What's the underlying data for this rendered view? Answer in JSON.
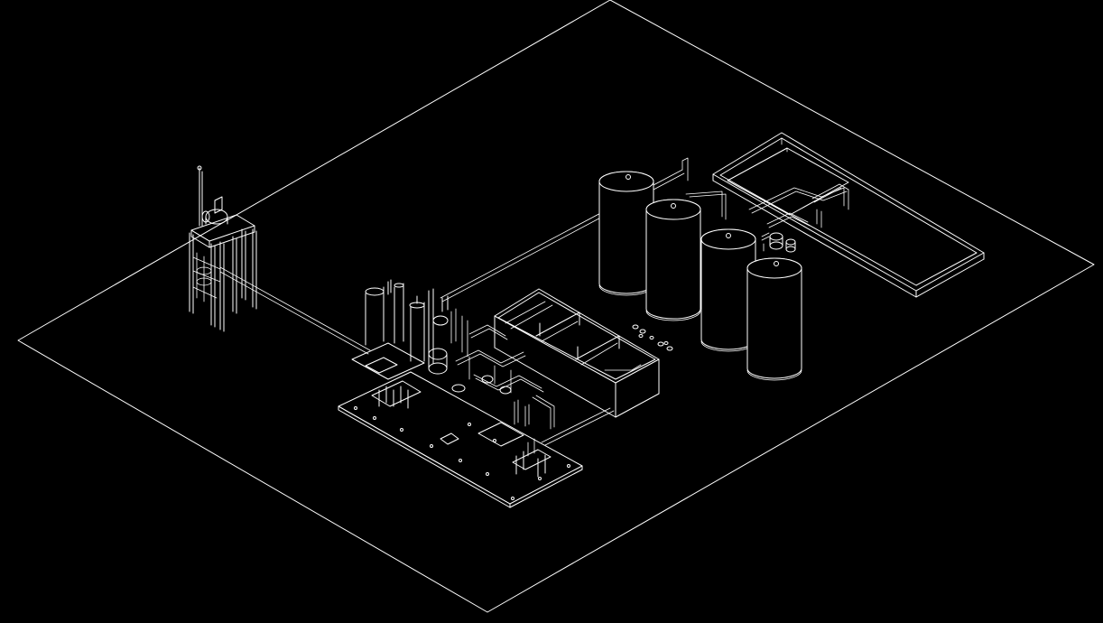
{
  "canvas": {
    "background": "#000000",
    "stroke": "#ffffff",
    "view": "isometric-wireframe"
  },
  "model": {
    "storage_tanks": 4,
    "open_tank_compartments": 3,
    "icons": [
      "storage-tank",
      "pipe-rack",
      "process-skid",
      "open-basin",
      "cooling-pond",
      "equipment-tower"
    ]
  }
}
